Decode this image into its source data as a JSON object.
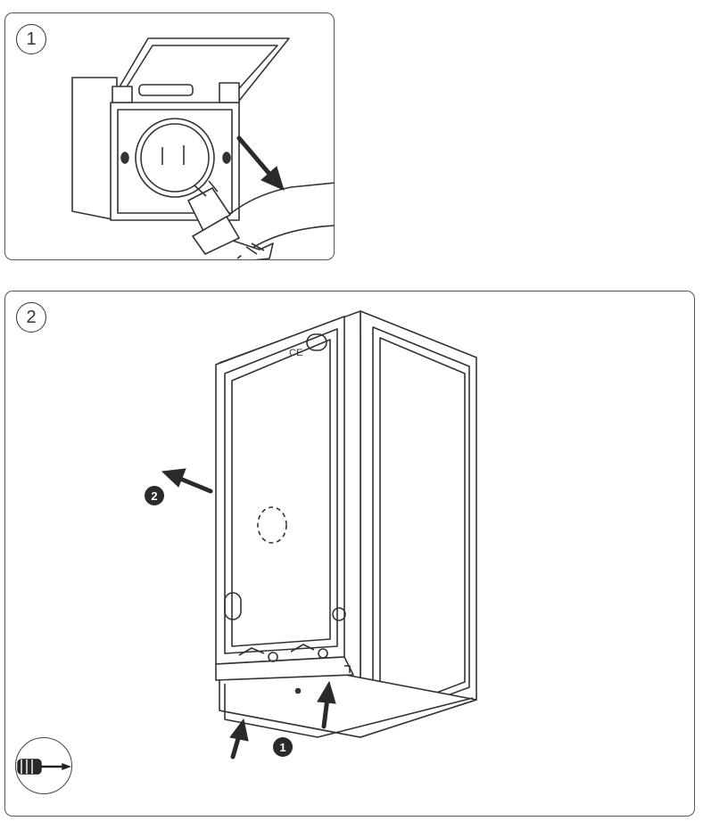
{
  "panels": [
    {
      "step": "1"
    },
    {
      "step": "2"
    }
  ],
  "substeps": {
    "first": "1",
    "second": "2"
  },
  "marks": {
    "ce": "CE"
  },
  "icons": [
    "unplug-arrow-icon",
    "pull-arrow-icon",
    "push-arrow-icon",
    "screwdriver-icon"
  ]
}
